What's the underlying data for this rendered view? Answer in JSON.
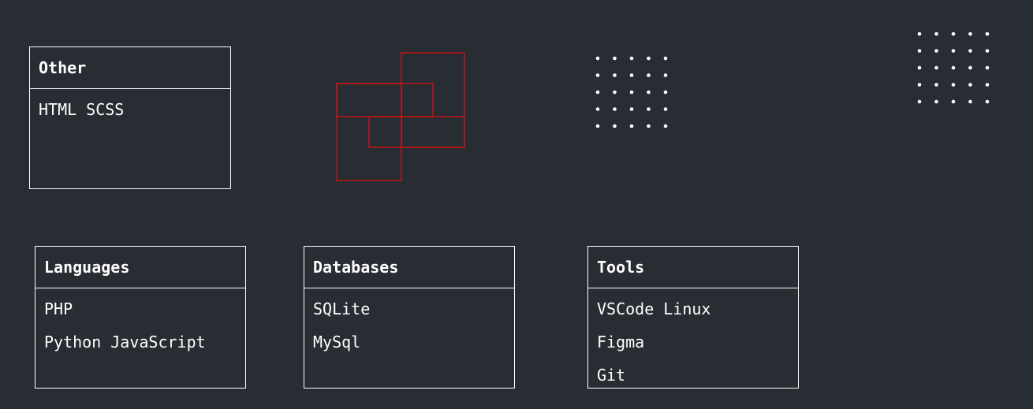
{
  "cards": {
    "other": {
      "title": "Other",
      "rows": [
        [
          "HTML",
          "SCSS"
        ]
      ]
    },
    "languages": {
      "title": "Languages",
      "rows": [
        [
          "PHP"
        ],
        [
          "Python",
          "JavaScript"
        ]
      ]
    },
    "databases": {
      "title": "Databases",
      "rows": [
        [
          "SQLite"
        ],
        [
          "MySql"
        ]
      ]
    },
    "tools": {
      "title": "Tools",
      "rows": [
        [
          "VSCode",
          "Linux"
        ],
        [
          "Figma"
        ],
        [
          "Git"
        ]
      ]
    }
  },
  "colors": {
    "background": "#282c33",
    "border": "#ffffff",
    "accent": "#c01515"
  },
  "decorations": [
    "overlapping-squares-logo",
    "dot-grid",
    "dot-grid"
  ]
}
